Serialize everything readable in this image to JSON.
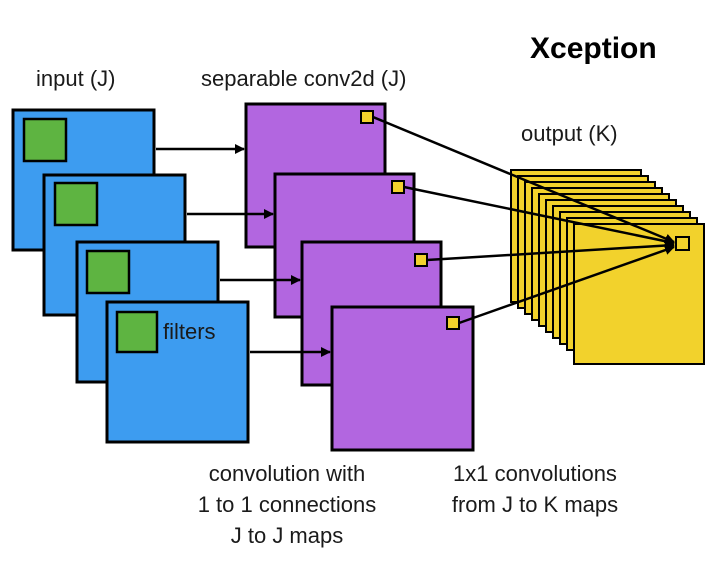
{
  "title": "Xception",
  "labels": {
    "input": "input (J)",
    "separable": "separable conv2d (J)",
    "output": "output (K)",
    "filters": "filters"
  },
  "captions": {
    "depthwise": [
      "convolution with",
      "1 to 1 connections",
      "J to J maps"
    ],
    "pointwise": [
      "1x1 convolutions",
      "from J to K maps"
    ]
  },
  "colors": {
    "input_map": "#3d9cf0",
    "filter": "#5eb441",
    "separable_map": "#b266e0",
    "output_map": "#f2d22c",
    "stroke": "#000000"
  }
}
